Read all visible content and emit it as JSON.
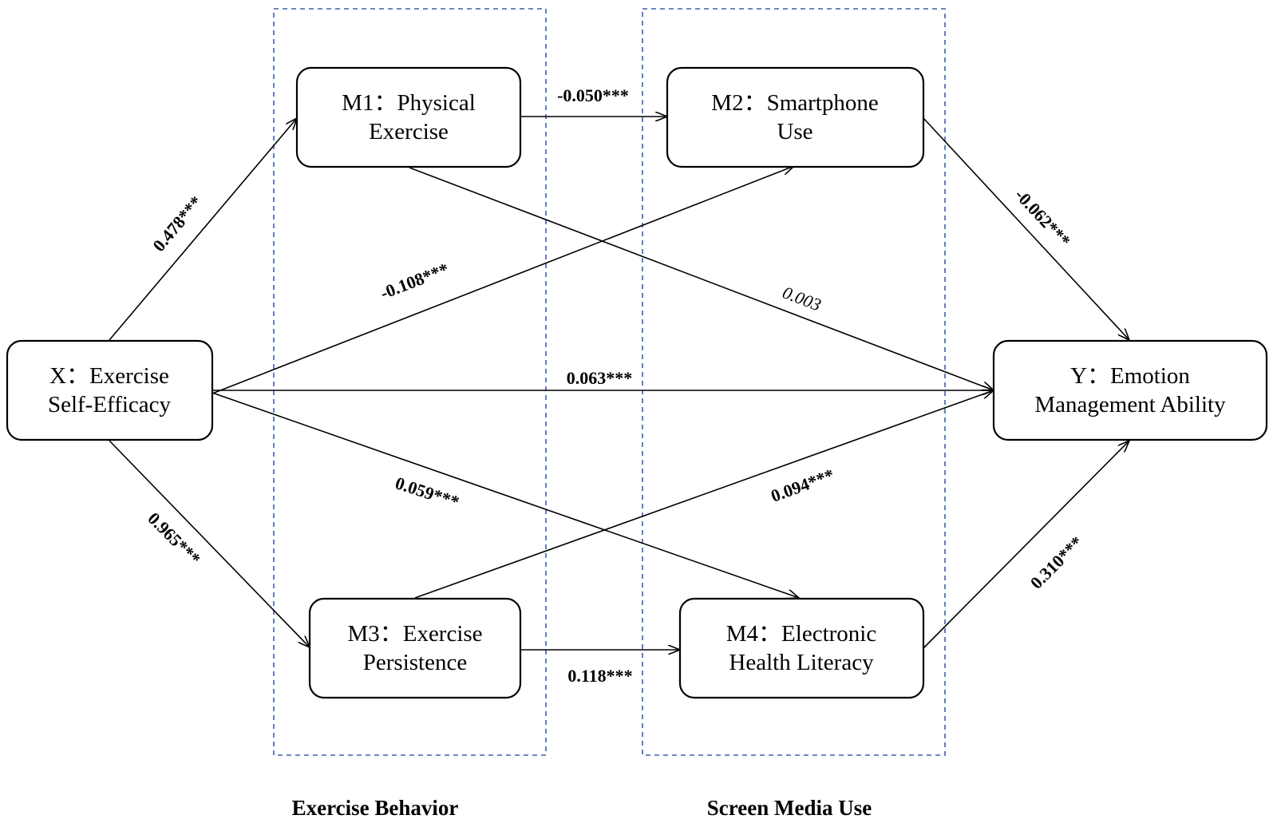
{
  "nodes": {
    "x": {
      "line1": "X：Exercise",
      "line2": "Self-Efficacy"
    },
    "m1": {
      "line1": "M1：Physical",
      "line2": "Exercise"
    },
    "m2": {
      "line1": "M2：Smartphone",
      "line2": "Use"
    },
    "m3": {
      "line1": "M3：Exercise",
      "line2": "Persistence"
    },
    "m4": {
      "line1": "M4：Electronic",
      "line2": "Health Literacy"
    },
    "y": {
      "line1": "Y：Emotion",
      "line2": "Management Ability"
    }
  },
  "groups": {
    "exercise_behavior": "Exercise Behavior",
    "screen_media_use": "Screen Media Use"
  },
  "paths": {
    "x_m1": {
      "coef": "0.478***"
    },
    "x_m3": {
      "coef": "0.965***"
    },
    "m1_m2": {
      "coef": "-0.050***"
    },
    "x_m2": {
      "coef": "-0.108***"
    },
    "m1_y": {
      "coef": "0.003"
    },
    "x_y": {
      "coef": "0.063***"
    },
    "x_m4": {
      "coef": "0.059***"
    },
    "m3_y": {
      "coef": "0.094***"
    },
    "m2_y": {
      "coef": "-0.062***"
    },
    "m4_y": {
      "coef": "0.310***"
    },
    "m3_m4": {
      "coef": "0.118***"
    }
  },
  "colors": {
    "group_border": "#3b5fa8",
    "line": "#000000",
    "node_fill": "#ffffff"
  }
}
